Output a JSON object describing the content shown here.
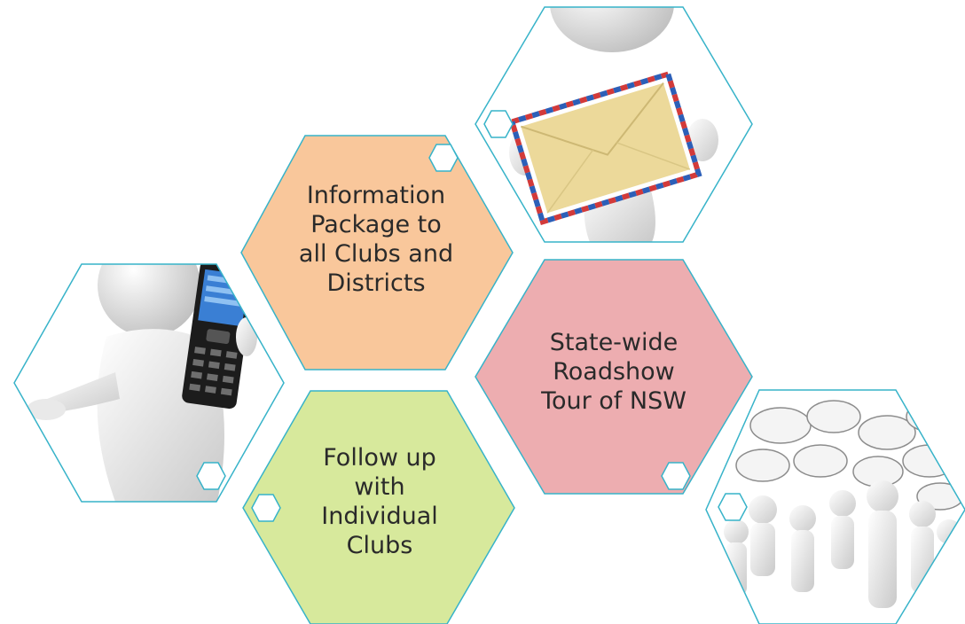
{
  "colors": {
    "outline": "#37b3c9",
    "information": "#f9c79b",
    "roadshow": "#edadb0",
    "followup": "#d7e99c",
    "text": "#2a2a2a"
  },
  "hexagons": {
    "information": {
      "lines": [
        "Information",
        "Package to",
        "all Clubs and",
        "Districts"
      ]
    },
    "roadshow": {
      "lines": [
        "State-wide",
        "Roadshow",
        "Tour of NSW"
      ]
    },
    "followup": {
      "lines": [
        "Follow up",
        "with",
        "Individual",
        "Clubs"
      ]
    }
  },
  "images": {
    "phone": "figure-on-mobile-phone-icon",
    "envelope": "figure-holding-airmail-envelope-icon",
    "crowd": "crowd-with-speech-bubbles-icon"
  }
}
